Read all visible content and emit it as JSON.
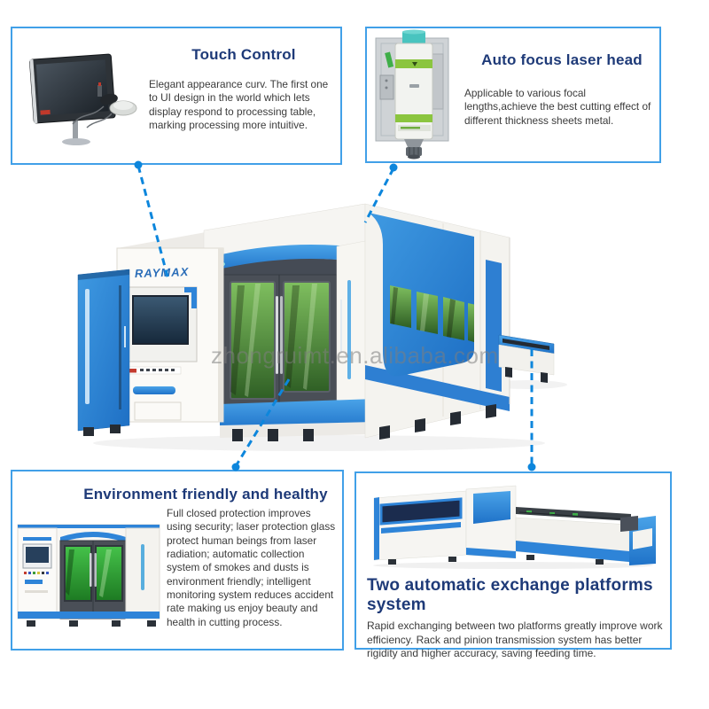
{
  "watermark": {
    "text": "zhongruimt.en.alibaba.com"
  },
  "machine": {
    "brand": "RAYMAX",
    "photo": "fiber-laser-cutting-machine-photo"
  },
  "features": [
    {
      "id": "touch-control",
      "title": "Touch Control",
      "description": "Elegant appearance curv. The first one to UI design in the world which lets display respond to processing table, marking processing more intuitive.",
      "photo": "touch-screen-monitor-photo"
    },
    {
      "id": "auto-focus-laser-head",
      "title": "Auto focus laser head",
      "description": "Applicable to various focal lengths,achieve the best cutting effect of different thickness sheets metal.",
      "photo": "laser-cutting-head-photo"
    },
    {
      "id": "environment-friendly",
      "title": "Environment friendly and healthy",
      "description": "Full closed protection improves using security; laser protection glass protect human beings from laser radiation; automatic collection system of smokes and dusts is environment friendly; intelligent monitoring system reduces accident rate making us enjoy beauty and health in cutting process.",
      "photo": "enclosed-laser-machine-front-photo"
    },
    {
      "id": "two-exchange-platforms",
      "title": "Two automatic exchange platforms system",
      "description": "Rapid exchanging between two platforms greatly improve work efficiency. Rack and pinion transmission system has better rigidity and higher accuracy, saving feeding time.",
      "photo": "exchange-platforms-photo"
    }
  ],
  "colors": {
    "box_border": "#41a0e8",
    "heading_text": "#1e3a78",
    "body_text": "#3b3b3b",
    "machine_blue": "#2e7fd2",
    "connector_blue": "#0d86dc",
    "glass_green": "#3f8f33",
    "bright_glass_green": "#2fae35",
    "laser_head_teal": "#49c4bf",
    "watermark_gray": "#828282"
  }
}
